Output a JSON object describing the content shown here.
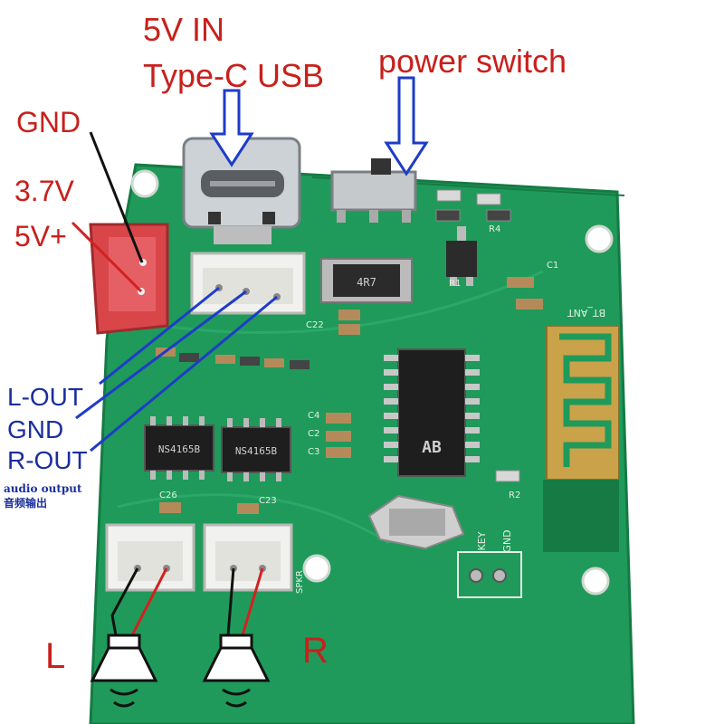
{
  "labels": {
    "input_line1": "5V IN",
    "input_line2": "Type-C USB",
    "power_switch": "power switch",
    "battery_gnd": "GND",
    "battery_37v": "3.7V",
    "battery_5v": "5V+",
    "l_out": "L-OUT",
    "gnd_out": "GND",
    "r_out": "R-OUT",
    "audio_output_en": "audio output",
    "audio_output_cn": "音频输出",
    "left_speaker": "L",
    "right_speaker": "R"
  },
  "board_marks": {
    "bt_ant": "BT_ANT",
    "key": "KEY",
    "gnd": "GND",
    "spkr": "SPKR",
    "chip_left": "NS4165B",
    "chip_right": "NS4165B",
    "main_chip": "AB",
    "inductor": "4R7",
    "r1": "R1",
    "r2": "R2",
    "r4": "R4",
    "c1": "C1",
    "c2": "C2",
    "c3": "C3",
    "c4": "C4",
    "c22": "C22",
    "c23": "C23",
    "c26": "C26"
  },
  "colors": {
    "board_green": "#1f9a5a",
    "board_dark": "#157a44",
    "label_red": "#c8201c",
    "label_blue": "#1b2e9c",
    "connector_red": "#d9464a",
    "connector_white": "#f1f1ef",
    "wire_black": "#111111",
    "wire_red": "#d42020",
    "wire_blue": "#1e3cc8",
    "bt_module": "#c9a24a"
  }
}
